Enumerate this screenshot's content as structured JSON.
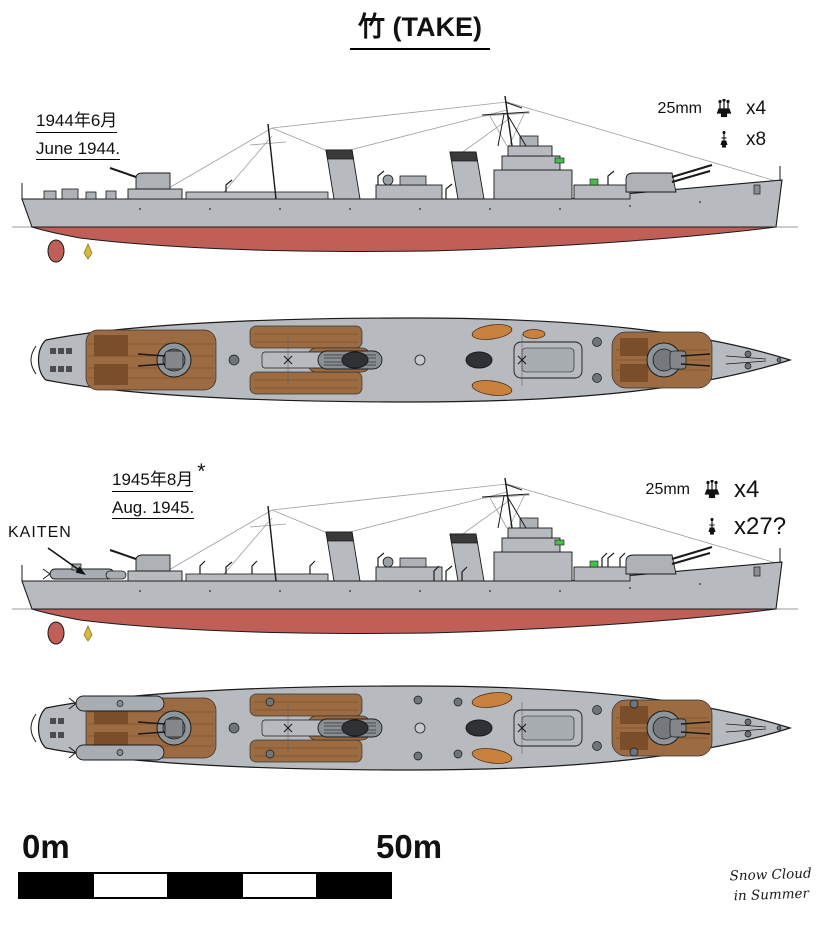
{
  "title": "竹 (TAKE)",
  "sections": [
    {
      "date_jp": "1944年6月",
      "date_en": "June 1944.",
      "armament": {
        "caliber": "25mm",
        "triple_mount_count": "x4",
        "single_mount_count": "x8"
      }
    },
    {
      "date_jp": "1945年8月",
      "date_note": "*",
      "date_en": "Aug. 1945.",
      "kaiten_label": "KAITEN",
      "armament": {
        "caliber": "25mm",
        "triple_mount_count": "x4",
        "single_mount_count": "x27?"
      }
    }
  ],
  "scale_bar": {
    "start_label": "0m",
    "end_label": "50m"
  },
  "signature": {
    "line1": "Snow Cloud",
    "line2": "in Summer"
  },
  "colors": {
    "hull_gray": "#b7bbbf",
    "underwater_red": "#c05f58",
    "deck_wood_brown": "#9c6b42",
    "deck_wood_dark": "#7a4e2b",
    "boat_tan": "#c8813e",
    "funnel_cap_dark": "#3a3a3a",
    "bridge_window_green": "#43c04a",
    "propeller_yellow": "#d8b93f"
  },
  "icons": [
    "triple-25mm-mount-icon",
    "single-25mm-mount-icon",
    "kaiten-arrow-icon"
  ]
}
